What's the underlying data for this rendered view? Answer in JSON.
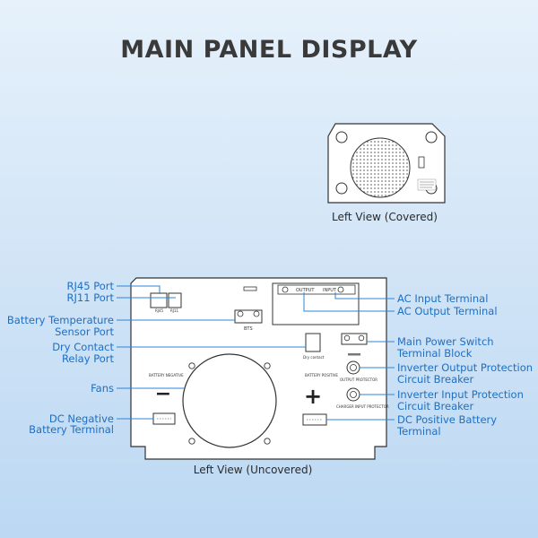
{
  "title": "MAIN PANEL DISPLAY",
  "covered_view": {
    "caption": "Left View (Covered)"
  },
  "uncovered_view": {
    "caption": "Left View (Uncovered)",
    "panel_markings": {
      "rj45": "RJ45",
      "rj11": "RJ11",
      "bts": "BTS",
      "dry_contact": "Dry contact",
      "battery_negative": "BATTERY NEGATIVE",
      "battery_positive": "BATTERY POSITIVE",
      "minus_sign": "−",
      "plus_sign": "+",
      "output": "OUTPUT",
      "input": "INPUT",
      "output_protector": "OUTPUT PROTECTOR",
      "charger_input_protector": "CHARGER INPUT PROTECTOR"
    }
  },
  "labels_left": {
    "rj45_port": "RJ45 Port",
    "rj11_port": "RJ11 Port",
    "battery_temp_line1": "Battery Temperature",
    "battery_temp_line2": "Sensor Port",
    "dry_contact_line1": "Dry Contact",
    "dry_contact_line2": "Relay Port",
    "fans": "Fans",
    "dc_negative_line1": "DC Negative",
    "dc_negative_line2": "Battery Terminal"
  },
  "labels_right": {
    "ac_input": "AC Input Terminal",
    "ac_output": "AC Output Terminal",
    "main_switch_line1": "Main Power Switch",
    "main_switch_line2": "Terminal Block",
    "inv_output_line1": "Inverter Output Protection",
    "inv_output_line2": "Circuit Breaker",
    "inv_input_line1": "Inverter Input Protection",
    "inv_input_line2": "Circuit Breaker",
    "dc_positive_line1": "DC Positive Battery",
    "dc_positive_line2": "Terminal"
  },
  "colors": {
    "label_blue": "#1d6fc4",
    "line_blue": "#2b86d8",
    "outline": "#333333",
    "title": "#3a3a3a"
  }
}
